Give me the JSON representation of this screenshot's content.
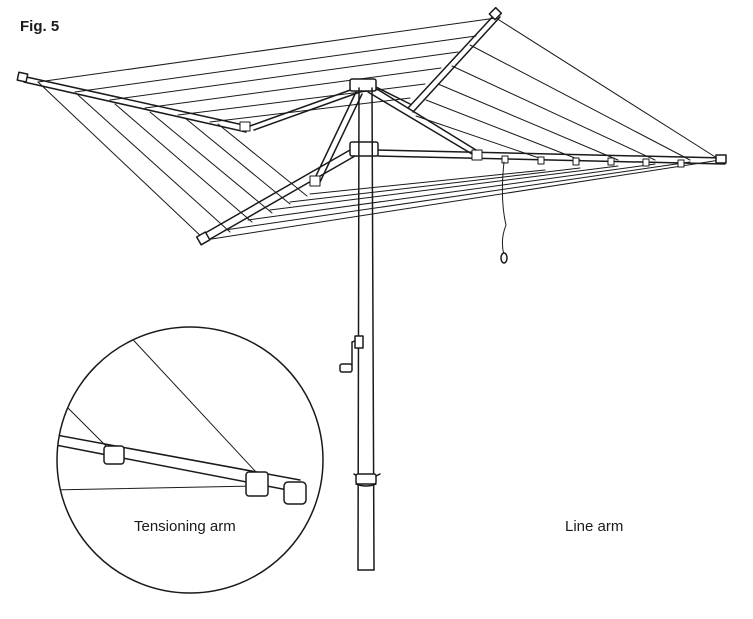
{
  "figure": {
    "label": "Fig. 5"
  },
  "callouts": {
    "left": {
      "label": "Tensioning arm"
    },
    "right": {
      "label": "Line arm"
    }
  },
  "colors": {
    "ink": "#1a1a1a",
    "background": "#ffffff"
  }
}
